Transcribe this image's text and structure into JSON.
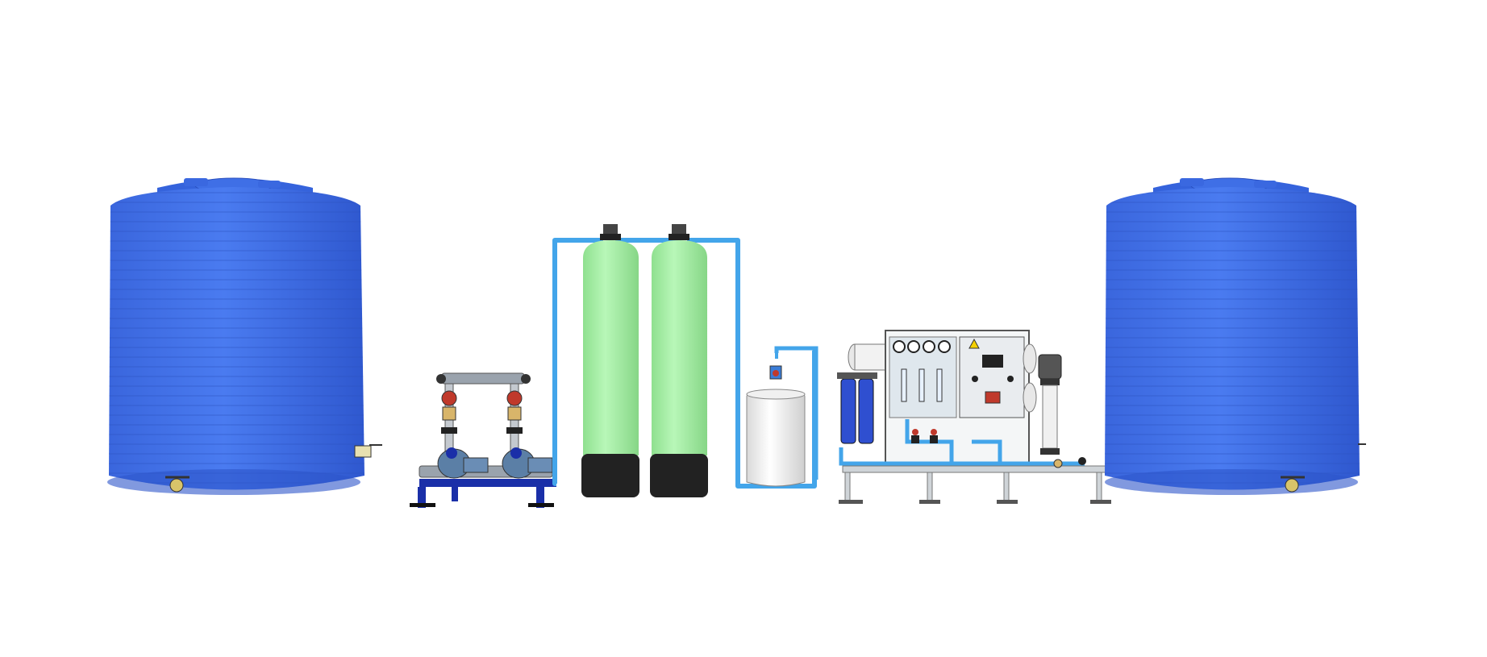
{
  "scene": {
    "background": "#ffffff",
    "description_visible_text": ""
  },
  "colors": {
    "tank_blue": "#3f6fe6",
    "tank_blue_dark": "#2d55c9",
    "pipe_blue": "#43a5ea",
    "filter_green": "#a3f0a3",
    "filter_base": "#2a2a2a",
    "frame_blue": "#1a2fa8",
    "panel_grey": "#e8ecef",
    "metal_grey": "#9aa3ad"
  },
  "components": [
    {
      "id": "raw-water-tank",
      "icon": "water-storage-tank"
    },
    {
      "id": "feed-pump-skid",
      "icon": "dual-centrifugal-pumps"
    },
    {
      "id": "media-filter-1",
      "icon": "pressure-vessel-filter"
    },
    {
      "id": "media-filter-2",
      "icon": "pressure-vessel-filter"
    },
    {
      "id": "dosing-tank",
      "icon": "chemical-dosing-tank"
    },
    {
      "id": "ro-unit",
      "icon": "reverse-osmosis-skid"
    },
    {
      "id": "product-water-tank",
      "icon": "water-storage-tank"
    }
  ]
}
